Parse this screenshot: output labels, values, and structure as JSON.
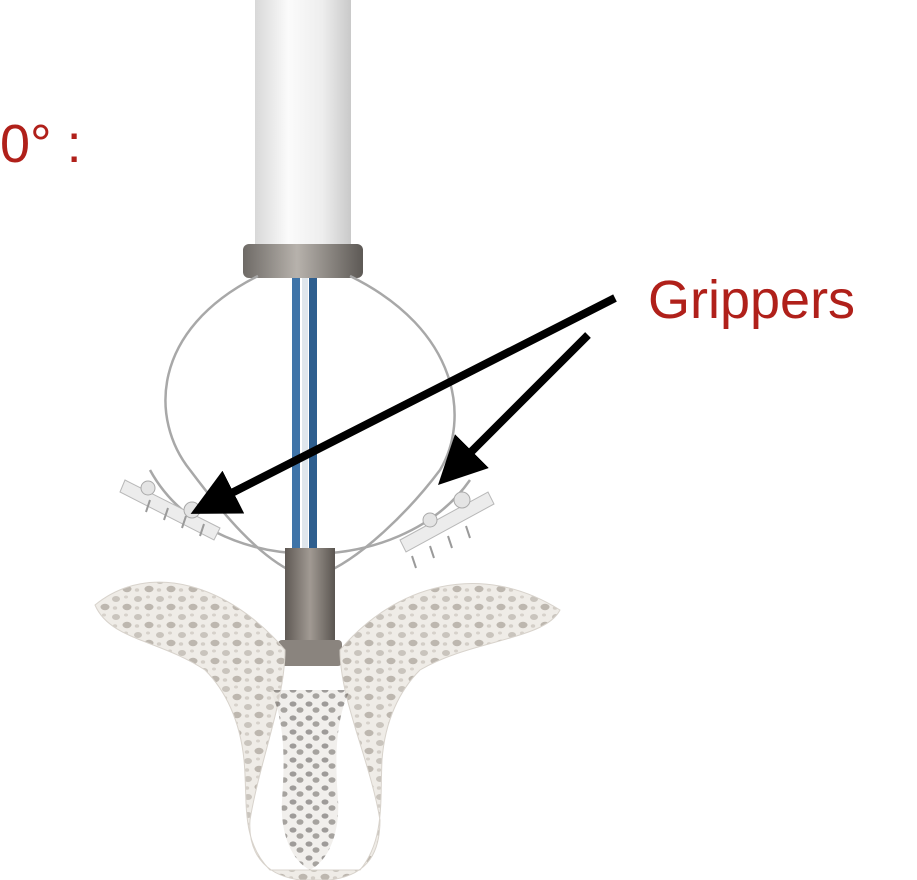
{
  "labels": {
    "angle_fragment": "0° :",
    "grippers": "Grippers"
  },
  "colors": {
    "label_text": "#b0201a",
    "arrow": "#000000",
    "shaft": "#f2f2f2",
    "collar": "#8a8580",
    "blue_wire": "#3f74a8",
    "clip_body": "#7d7670",
    "mesh_body": "#ece9e3"
  },
  "icons": {
    "device": "mitral-clip-device-illustration"
  }
}
